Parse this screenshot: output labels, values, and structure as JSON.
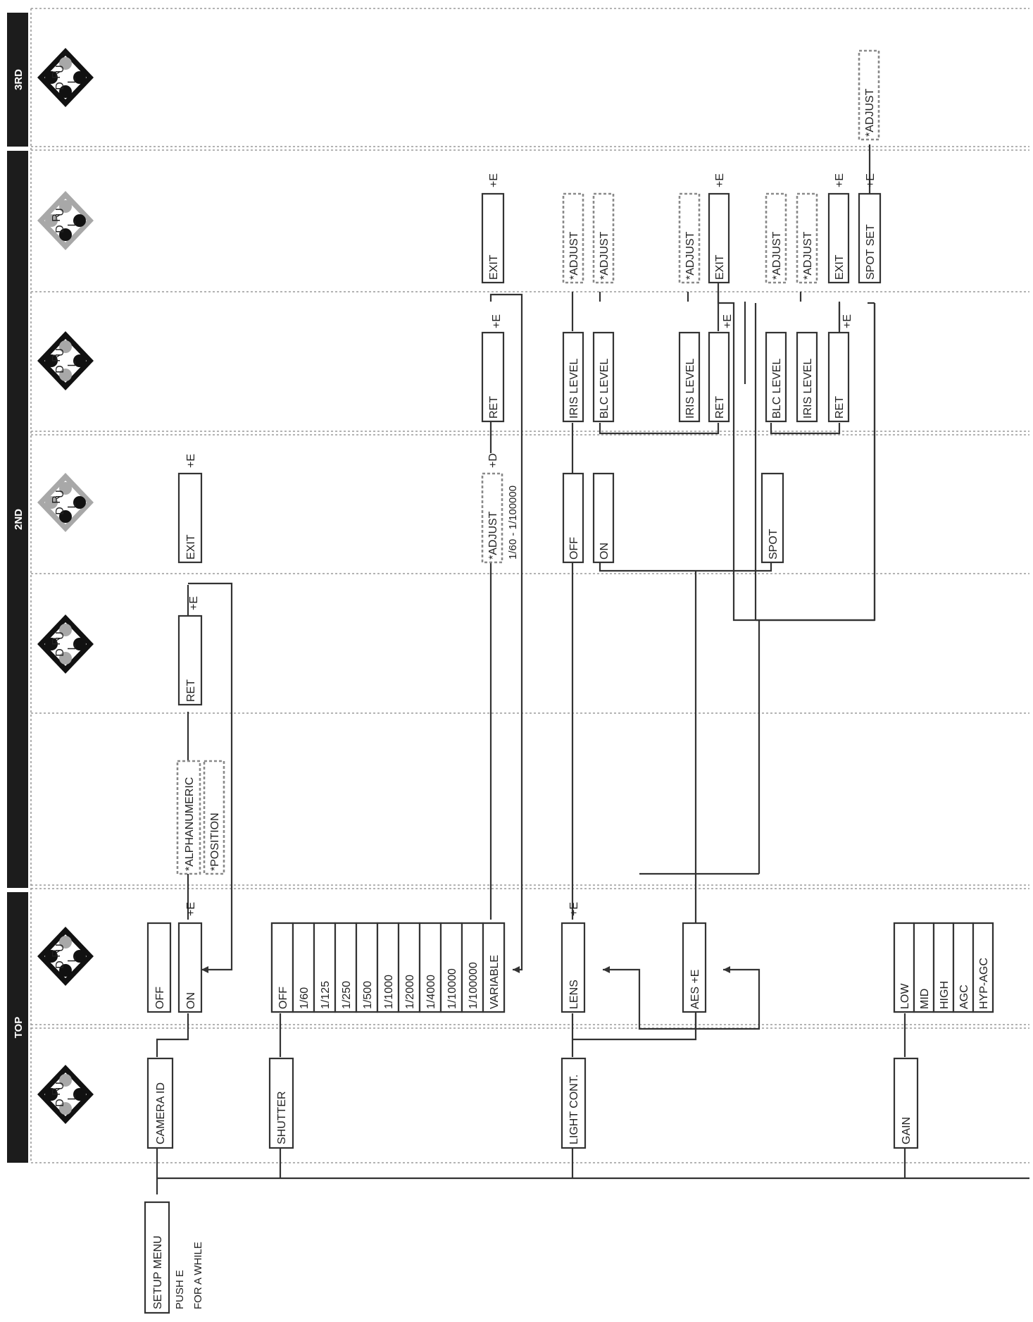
{
  "levels": {
    "top": "TOP",
    "second": "2ND",
    "third": "3RD"
  },
  "start": {
    "title": "SETUP MENU",
    "line1": "PUSH E",
    "line2": "FOR A WHILE"
  },
  "keypad_letters": {
    "u": "U",
    "r": "R",
    "l": "L",
    "d": "D"
  },
  "menus": {
    "camera_id": {
      "label": "CAMERA ID",
      "options": [
        "OFF",
        "ON"
      ],
      "edit_push": "+E",
      "edit_items": [
        "*ALPHANUMERIC",
        "*POSITION"
      ],
      "ret": "RET",
      "ret_push": "+E",
      "exit": "EXIT",
      "exit_push": "+E"
    },
    "shutter": {
      "label": "SHUTTER",
      "options": [
        "OFF",
        "1/60",
        "1/125",
        "1/250",
        "1/500",
        "1/1000",
        "1/2000",
        "1/4000",
        "1/10000",
        "1/100000",
        "VARIABLE"
      ],
      "adjust": "*ADJUST",
      "adjust_push": "+D",
      "adjust_range": "1/60 - 1/100000",
      "ret": "RET",
      "ret_push": "+E",
      "exit": "EXIT",
      "exit_push": "+E"
    },
    "light_control": {
      "label": "LIGHT CONT.",
      "lens": "LENS",
      "lens_push": "+E",
      "aes": "AES +E",
      "modes": [
        "OFF",
        "ON",
        "SPOT"
      ],
      "iris_level": "IRIS LEVEL",
      "blc_level": "BLC LEVEL",
      "ret": "RET",
      "push": "+E",
      "exit": "EXIT",
      "adjust": "*ADJUST",
      "spot_set": "SPOT SET",
      "third_adjust": "*ADJUST"
    },
    "gain": {
      "label": "GAIN",
      "options": [
        "LOW",
        "MID",
        "HIGH",
        "AGC",
        "HYP-AGC"
      ]
    }
  },
  "colors": {
    "band": "#1c1c1c",
    "line": "#333333",
    "dashed": "#8a8a8a",
    "key_active": "#111111",
    "key_inactive": "#a8a8a8"
  }
}
